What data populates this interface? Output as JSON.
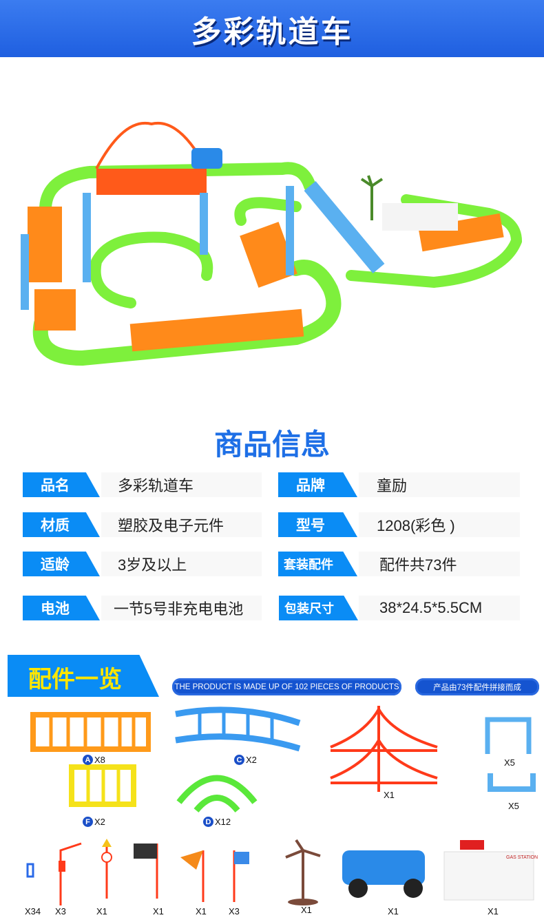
{
  "header": {
    "title": "多彩轨道车"
  },
  "info": {
    "title": "商品信息",
    "rows": [
      {
        "label": "品名",
        "value": "多彩轨道车",
        "label2": "品牌",
        "value2": "童励"
      },
      {
        "label": "材质",
        "value": "塑胶及电子元件",
        "label2": "型号",
        "value2": "1208(彩色 )"
      },
      {
        "label": "适龄",
        "value": "3岁及以上",
        "label2": "套装配件",
        "value2": "配件共73件"
      },
      {
        "label": "电池",
        "value": "一节5号非充电电池",
        "label2": "包装尺寸",
        "value2": "38*24.5*5.5CM"
      }
    ]
  },
  "parts": {
    "title": "配件一览",
    "pill_en": "THE PRODUCT IS MADE UP OF 102 PIECES OF PRODUCTS",
    "pill_cn": "产品由73件配件拼接而成",
    "items": [
      {
        "badge": "A",
        "qty": "X8"
      },
      {
        "badge": "C",
        "qty": "X2"
      },
      {
        "badge": "F",
        "qty": "X2"
      },
      {
        "badge": "D",
        "qty": "X12"
      },
      {
        "qty": "X1"
      },
      {
        "qty": "X5"
      },
      {
        "qty": "X5"
      },
      {
        "qty": "X34"
      },
      {
        "qty": "X3"
      },
      {
        "qty": "X1"
      },
      {
        "qty": "X1"
      },
      {
        "qty": "X1"
      },
      {
        "qty": "X3"
      },
      {
        "qty": "X1"
      },
      {
        "qty": "X1"
      },
      {
        "qty": "X1"
      }
    ],
    "gas_station_sign": "GAS STATION"
  },
  "colors": {
    "blue": "#0a8cf5",
    "header": "#2a6ae8",
    "title": "#1e6fe6",
    "yellow": "#ffe600"
  }
}
